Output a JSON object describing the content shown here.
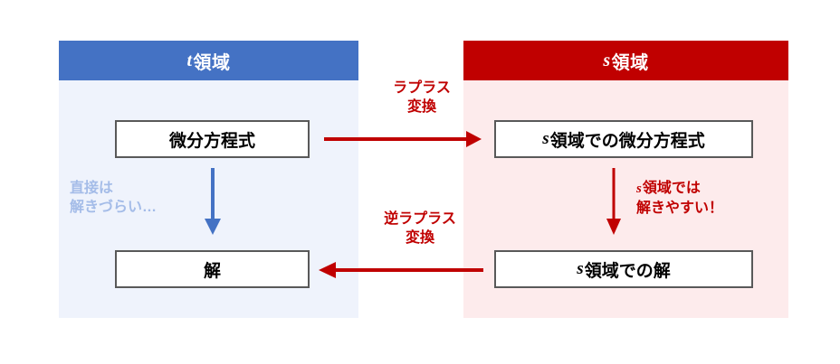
{
  "diagram": {
    "title": "Laplace transform problem-solving flow",
    "panels": {
      "t_domain": {
        "header_var": "t",
        "header_text": "領域",
        "header_full": "t領域",
        "header_color": "#4472C4",
        "body_color": "#EFF3FC",
        "nodes": {
          "differential_equation": "微分方程式",
          "solution": "解"
        },
        "note": "直接は\n解きづらい…",
        "note_color": "#A4BCE8"
      },
      "s_domain": {
        "header_var": "s",
        "header_text": "領域",
        "header_full": "s領域",
        "header_color": "#C00000",
        "body_color": "#FDEBEC",
        "nodes": {
          "differential_equation_var": "s",
          "differential_equation": "領域での微分方程式",
          "differential_equation_full": "s領域での微分方程式",
          "solution_var": "s",
          "solution": "領域での解",
          "solution_full": "s領域での解"
        },
        "note_var": "s",
        "note": "領域では\n解きやすい！",
        "note_full": "s領域では\n解きやすい！",
        "note_color": "#C00000"
      }
    },
    "arrows": {
      "laplace": {
        "label": "ラプラス\n変換",
        "color": "#C00000",
        "direction": "right"
      },
      "inverse_laplace": {
        "label": "逆ラプラス\n変換",
        "color": "#C00000",
        "direction": "left"
      },
      "t_down": {
        "color": "#4472C4",
        "direction": "down"
      },
      "s_down": {
        "color": "#C00000",
        "direction": "down"
      }
    }
  }
}
